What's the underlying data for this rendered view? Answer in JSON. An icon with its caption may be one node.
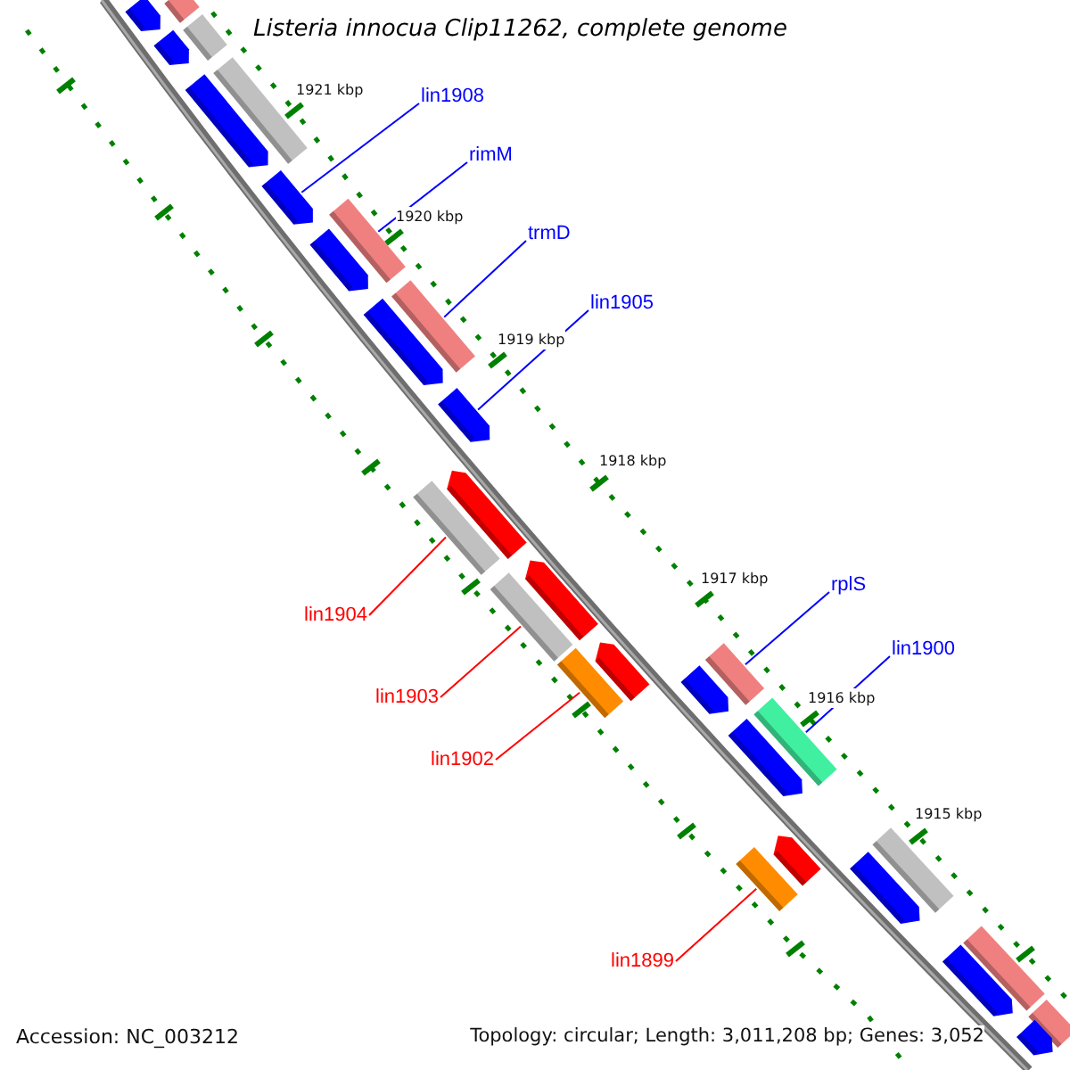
{
  "diagram": {
    "title": "Listeria innocua Clip11262, complete genome",
    "nodes": [
      {
        "text": [
          "lin1908"
        ]
      },
      {
        "text": [
          "rimM"
        ]
      },
      {
        "text": [
          "trmD"
        ]
      },
      {
        "text": [
          "lin1905"
        ]
      },
      {
        "text": [
          "rplS"
        ]
      },
      {
        "text": [
          "lin1904"
        ]
      },
      {
        "text": [
          "lin1900"
        ]
      },
      {
        "text": [
          "lin1903"
        ]
      },
      {
        "text": [
          "lin1902"
        ]
      },
      {
        "text": [
          "lin1899"
        ]
      },
      {
        "text": [],
        "shape": "bar"
      },
      {
        "text": [],
        "shape": "pentagon"
      },
      {
        "text": [],
        "shape": "bar"
      },
      {
        "text": [],
        "shape": "pentagon"
      },
      {
        "text": [],
        "shape": "bar"
      },
      {
        "text": [],
        "shape": "pentagon"
      },
      {
        "text": [],
        "shape": "pentagon"
      },
      {
        "text": [],
        "shape": "bar"
      },
      {
        "text": [],
        "shape": "pentagon"
      },
      {
        "text": [],
        "shape": "bar"
      },
      {
        "text": [],
        "shape": "pentagon"
      },
      {
        "text": [],
        "shape": "pentagon"
      },
      {
        "text": [],
        "shape": "pentagon"
      },
      {
        "text": [],
        "shape": "bar"
      },
      {
        "text": [],
        "shape": "pentagon"
      },
      {
        "text": [],
        "shape": "bar"
      },
      {
        "text": [],
        "shape": "pentagon"
      },
      {
        "text": [],
        "shape": "bar"
      },
      {
        "text": [],
        "shape": "bar"
      },
      {
        "text": [],
        "shape": "pentagon"
      },
      {
        "text": [],
        "shape": "bar"
      },
      {
        "text": [],
        "shape": "pentagon"
      },
      {
        "text": [],
        "shape": "pentagon"
      },
      {
        "text": [],
        "shape": "bar"
      },
      {
        "text": [],
        "shape": "bar"
      },
      {
        "text": [],
        "shape": "pentagon"
      },
      {
        "text": [],
        "shape": "bar"
      },
      {
        "text": [],
        "shape": "pentagon"
      },
      {
        "text": [],
        "shape": "bar"
      },
      {
        "text": [],
        "shape": "pentagon"
      }
    ],
    "edges": [
      {
        "from": 0,
        "to": 16,
        "arrow": "none"
      },
      {
        "from": 1,
        "to": 17,
        "arrow": "none"
      },
      {
        "from": 2,
        "to": 19,
        "arrow": "none"
      },
      {
        "from": 3,
        "to": 21,
        "arrow": "none"
      },
      {
        "from": 4,
        "to": 27,
        "arrow": "none"
      },
      {
        "from": 5,
        "to": 23,
        "arrow": "none",
        "color": "#ff0000"
      },
      {
        "from": 6,
        "to": 30,
        "arrow": "none"
      },
      {
        "from": 7,
        "to": 25,
        "arrow": "none",
        "color": "#ff0000"
      },
      {
        "from": 8,
        "to": 28,
        "arrow": "none",
        "color": "#ff0000"
      },
      {
        "from": 9,
        "to": 34,
        "arrow": "none",
        "color": "#ff0000"
      }
    ],
    "labels": [
      "1921 kbp",
      "1920 kbp",
      "1919 kbp",
      "1918 kbp",
      "1917 kbp",
      "1916 kbp",
      "1915 kbp",
      "Accession: NC_003212",
      "Topology: circular; Length: 3,011,208 bp; Genes: 3,052"
    ]
  }
}
